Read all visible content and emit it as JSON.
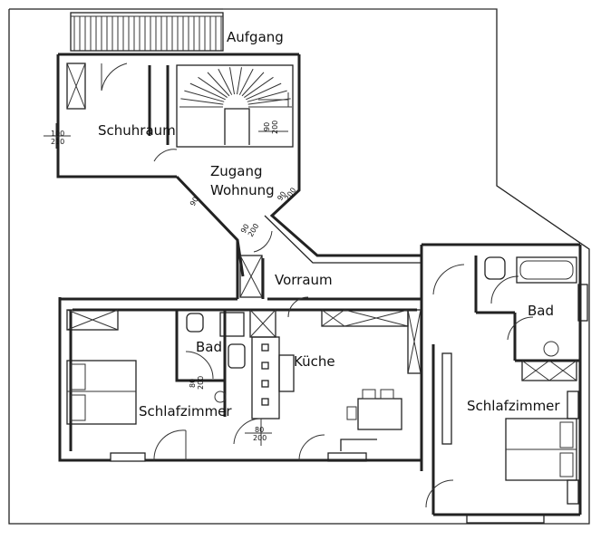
{
  "rooms": {
    "aufgang": "Aufgang",
    "schuhraum": "Schuhraum",
    "zugang_line1": "Zugang",
    "zugang_line2": "Wohnung",
    "vorraum": "Vorraum",
    "bad_left": "Bad",
    "kueche": "Küche",
    "schlafzimmer_left": "Schlafzimmer",
    "bad_right": "Bad",
    "schlafzimmer_right": "Schlafzimmer"
  },
  "door_dims": {
    "schuhraum_w": "100",
    "schuhraum_h": "210",
    "stair_w": "90",
    "stair_h": "200",
    "zugang_a_w": "90",
    "zugang_a_h": "200",
    "zugang_b_w": "90",
    "zugang_b_h": "200",
    "entry_w": "90",
    "entry_h": "200",
    "bad_w": "80",
    "bad_h": "200",
    "kueche_w": "80",
    "kueche_h": "200"
  }
}
